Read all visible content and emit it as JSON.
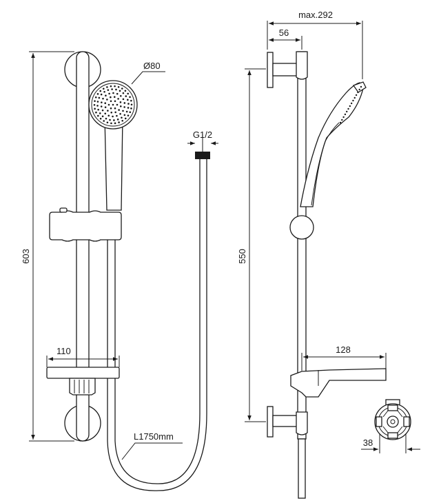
{
  "dimensions": {
    "height_total": "603",
    "head_diameter": "Ø80",
    "connector_thread": "G1/2",
    "soap_dish_width": "110",
    "hose_length": "L1750mm",
    "max_projection": "max.292",
    "bracket_offset": "56",
    "rail_spacing": "550",
    "dish_depth": "128",
    "bracket_diameter": "38"
  }
}
